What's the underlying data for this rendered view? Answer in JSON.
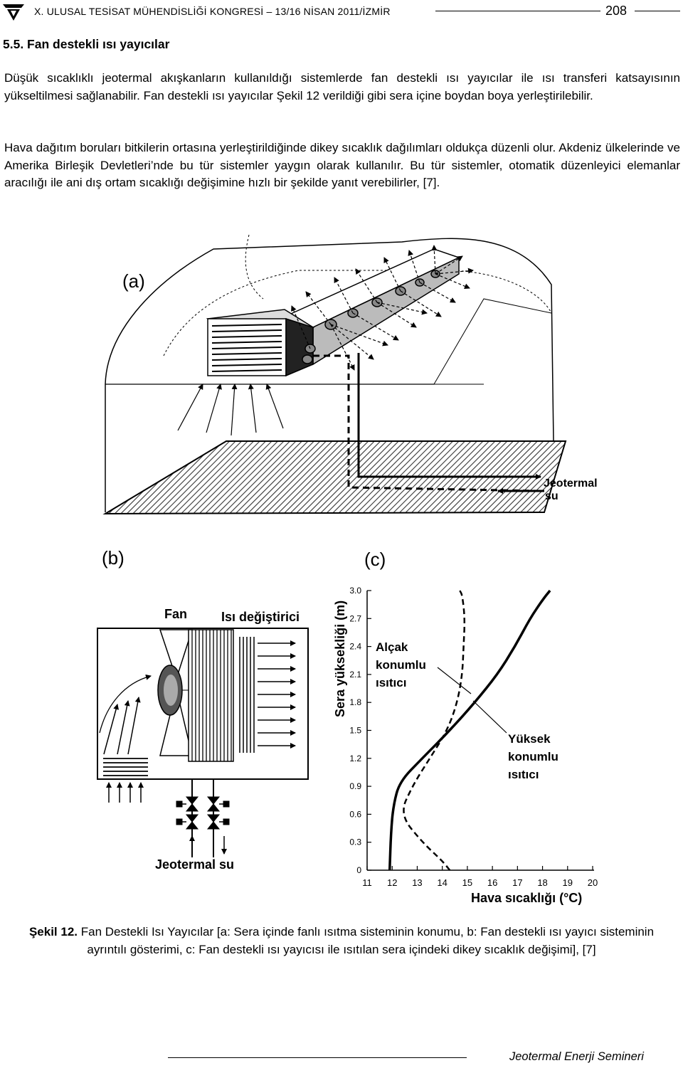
{
  "header": {
    "conference": "X. ULUSAL TESİSAT MÜHENDİSLİĞİ KONGRESİ – 13/16 NİSAN 2011/İZMİR",
    "page_number": "208"
  },
  "section_title": "5.5. Fan destekli ısı yayıcılar",
  "paragraphs": [
    "Düşük sıcaklıklı jeotermal akışkanların kullanıldığı sistemlerde fan destekli ısı yayıcılar ile ısı transferi katsayısının yükseltilmesi sağlanabilir. Fan destekli ısı yayıcılar Şekil 12 verildiği gibi sera içine boydan boya yerleştirilebilir.",
    "Hava dağıtım boruları bitkilerin ortasına yerleştirildiğinde dikey sıcaklık dağılımları oldukça düzenli olur. Akdeniz ülkelerinde ve Amerika Birleşik Devletleri’nde bu tür sistemler yaygın olarak kullanılır. Bu tür sistemler, otomatik düzenleyici elemanlar aracılığı ile ani dış ortam sıcaklığı değişimine hızlı bir şekilde yanıt verebilirler, [7]."
  ],
  "figure": {
    "panel_a": {
      "label": "(a)",
      "geo_label_line1": "Jeotermal",
      "geo_label_line2": "su"
    },
    "panel_b": {
      "label": "(b)",
      "fan_label": "Fan",
      "exchanger_label": "Isı değiştirici",
      "geo_label": "Jeotermal su"
    },
    "panel_c": {
      "label": "(c)",
      "low_label": [
        "Alçak",
        "konumlu",
        "ısıtıcı"
      ],
      "high_label": [
        "Yüksek",
        "konumlu",
        "ısıtıcı"
      ]
    }
  },
  "chart_data": {
    "type": "line",
    "title": "",
    "xlabel": "Hava sıcaklığı (°C)",
    "ylabel": "Sera yüksekliği (m)",
    "xlim": [
      11,
      20
    ],
    "ylim": [
      0,
      3.0
    ],
    "x_ticks": [
      "11",
      "12",
      "13",
      "14",
      "15",
      "16",
      "17",
      "18",
      "19",
      "20"
    ],
    "y_ticks": [
      "0",
      "0.3",
      "0.6",
      "0.9",
      "1.2",
      "1.5",
      "1.8",
      "2.1",
      "2.4",
      "2.7",
      "3.0"
    ],
    "grid": false,
    "legend": "none",
    "series": [
      {
        "style": "solid",
        "points": [
          [
            11.9,
            0
          ],
          [
            11.95,
            0.4
          ],
          [
            12.05,
            0.7
          ],
          [
            12.3,
            0.95
          ],
          [
            13.2,
            1.2
          ],
          [
            14.3,
            1.5
          ],
          [
            15.3,
            1.8
          ],
          [
            16.2,
            2.1
          ],
          [
            16.9,
            2.4
          ],
          [
            17.5,
            2.7
          ],
          [
            18.0,
            2.9
          ],
          [
            18.3,
            3.0
          ]
        ]
      },
      {
        "style": "dashed",
        "points": [
          [
            14.3,
            0
          ],
          [
            14.0,
            0.1
          ],
          [
            13.2,
            0.3
          ],
          [
            12.3,
            0.6
          ],
          [
            12.8,
            0.9
          ],
          [
            13.5,
            1.2
          ],
          [
            14.2,
            1.5
          ],
          [
            14.6,
            1.8
          ],
          [
            14.8,
            2.1
          ],
          [
            14.85,
            2.4
          ],
          [
            14.9,
            2.7
          ],
          [
            14.8,
            2.95
          ],
          [
            14.7,
            3.0
          ]
        ]
      }
    ]
  },
  "caption": {
    "label": "Şekil 12.",
    "text": " Fan Destekli Isı Yayıcılar [a: Sera içinde fanlı ısıtma sisteminin konumu, b: Fan destekli ısı yayıcı sisteminin ayrıntılı gösterimi, c: Fan destekli ısı yayıcısı ile ısıtılan sera içindeki dikey sıcaklık değişimi], [7]"
  },
  "footer": "Jeotermal Enerji Semineri"
}
